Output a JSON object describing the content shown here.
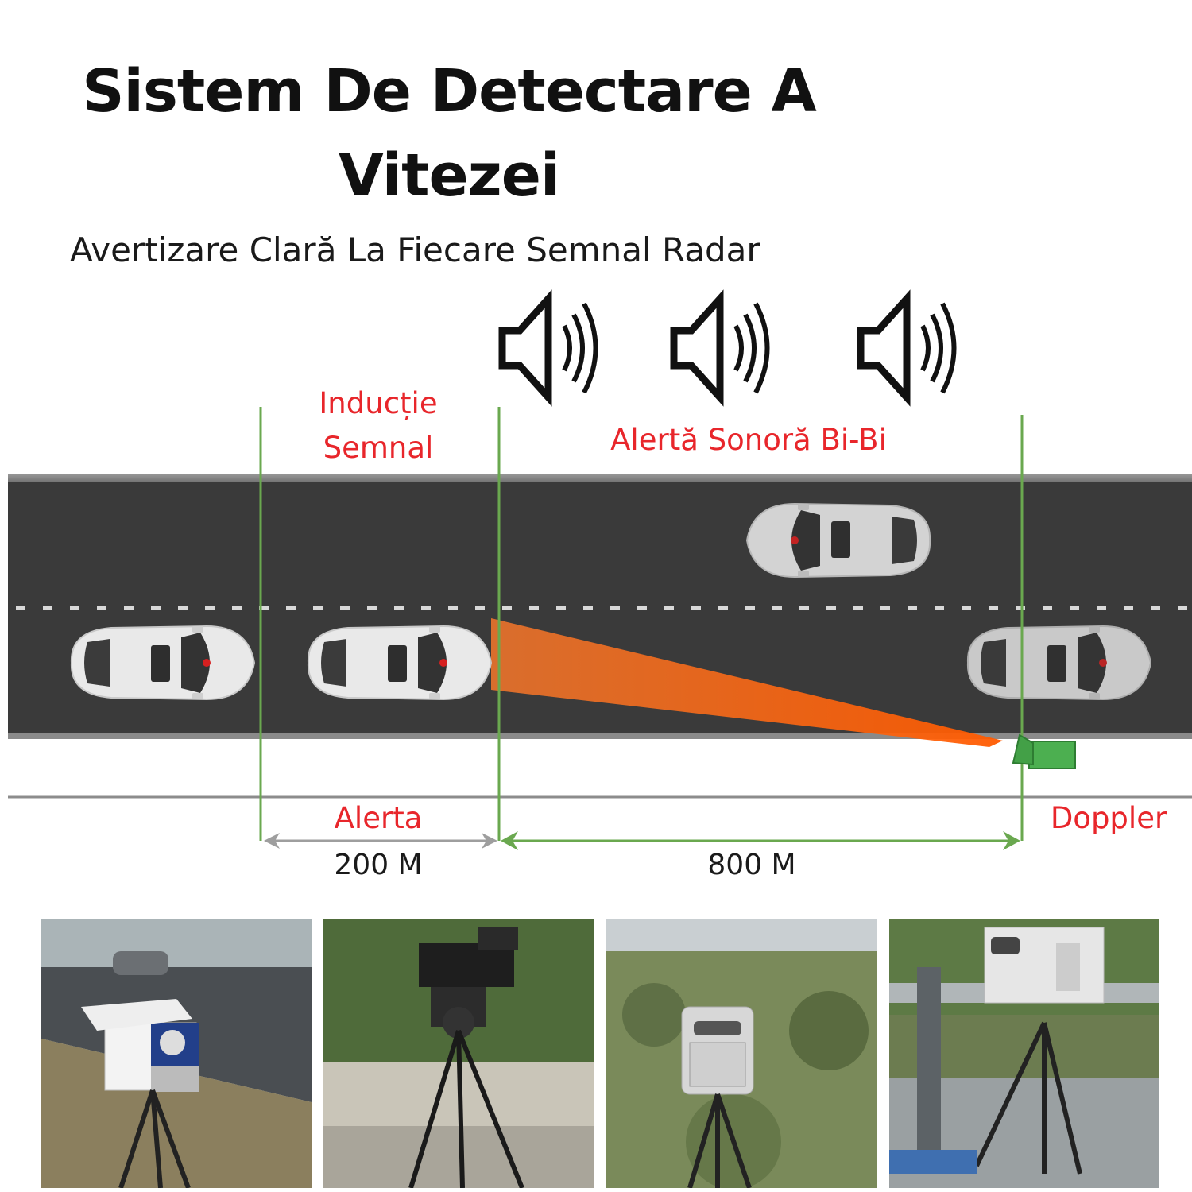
{
  "header": {
    "title_line1": "Sistem De Detectare A",
    "title_line2": "Vitezei",
    "subtitle": "Avertizare Clară La Fiecare Semnal Radar"
  },
  "labels": {
    "inductie_line1": "Inducție",
    "inductie_line2": "Semnal",
    "alerta_sonora": "Alertă Sonoră Bi-Bi",
    "alerta": "Alerta",
    "doppler": "Doppler"
  },
  "distances": {
    "first": "200 M",
    "second": "800 M"
  },
  "colors": {
    "label_red": "#e8262b",
    "guide_green": "#6aa84f",
    "road": "#3a3a3a",
    "beam": "#ff6a1a",
    "radar_green": "#4caf50"
  },
  "icons": [
    "speaker-icon",
    "speaker-icon",
    "speaker-icon"
  ]
}
